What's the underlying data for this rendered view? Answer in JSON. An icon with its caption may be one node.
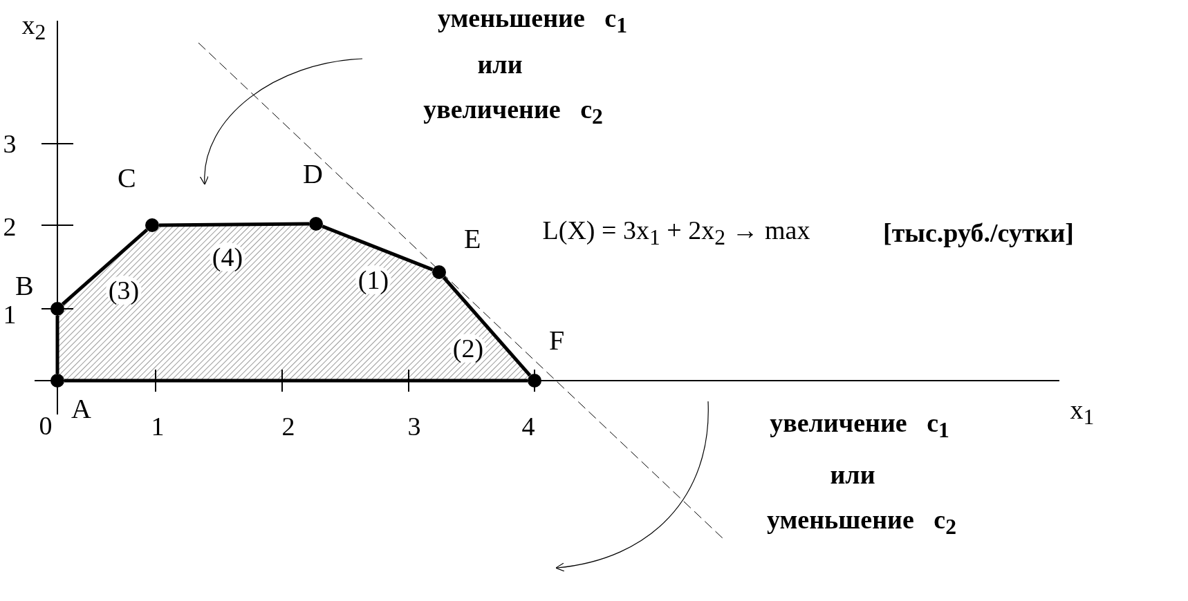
{
  "diagram": {
    "nodes": [
      {
        "text": [],
        "shape": "circle",
        "beside": [
          "A"
        ]
      },
      {
        "text": [],
        "shape": "circle",
        "beside": [
          "B"
        ]
      },
      {
        "text": [],
        "shape": "circle",
        "beside": [
          "C"
        ]
      },
      {
        "text": [],
        "shape": "circle",
        "beside": [
          "D"
        ]
      },
      {
        "text": [],
        "shape": "circle",
        "beside": [
          "E"
        ]
      },
      {
        "text": [],
        "shape": "circle",
        "beside": [
          "F"
        ]
      }
    ],
    "edges": [
      {
        "from": 0,
        "to": 1,
        "arrow": "none"
      },
      {
        "from": 1,
        "to": 2,
        "arrow": "none"
      },
      {
        "from": 2,
        "to": 3,
        "arrow": "none"
      },
      {
        "from": 3,
        "to": 4,
        "arrow": "none"
      },
      {
        "from": 4,
        "to": 5,
        "arrow": "none"
      },
      {
        "from": 5,
        "to": 0,
        "arrow": "none"
      }
    ],
    "labels": [
      "x$_{2}$",
      "уменьшение   c$_{1}$",
      "или",
      "увеличение   c$_{2}$",
      "3",
      "2",
      "L(X) = 3x$_{1}$ + 2x$_{2}$ → max",
      "[тыс.руб./сутки]",
      "(4)",
      "(1)",
      "1",
      "(3)",
      "(2)",
      "0",
      "1",
      "2",
      "3",
      "4",
      "x$_{1}$",
      "увеличение   c$_{1}$",
      "или",
      "уменьшение   c$_{2}$"
    ]
  }
}
